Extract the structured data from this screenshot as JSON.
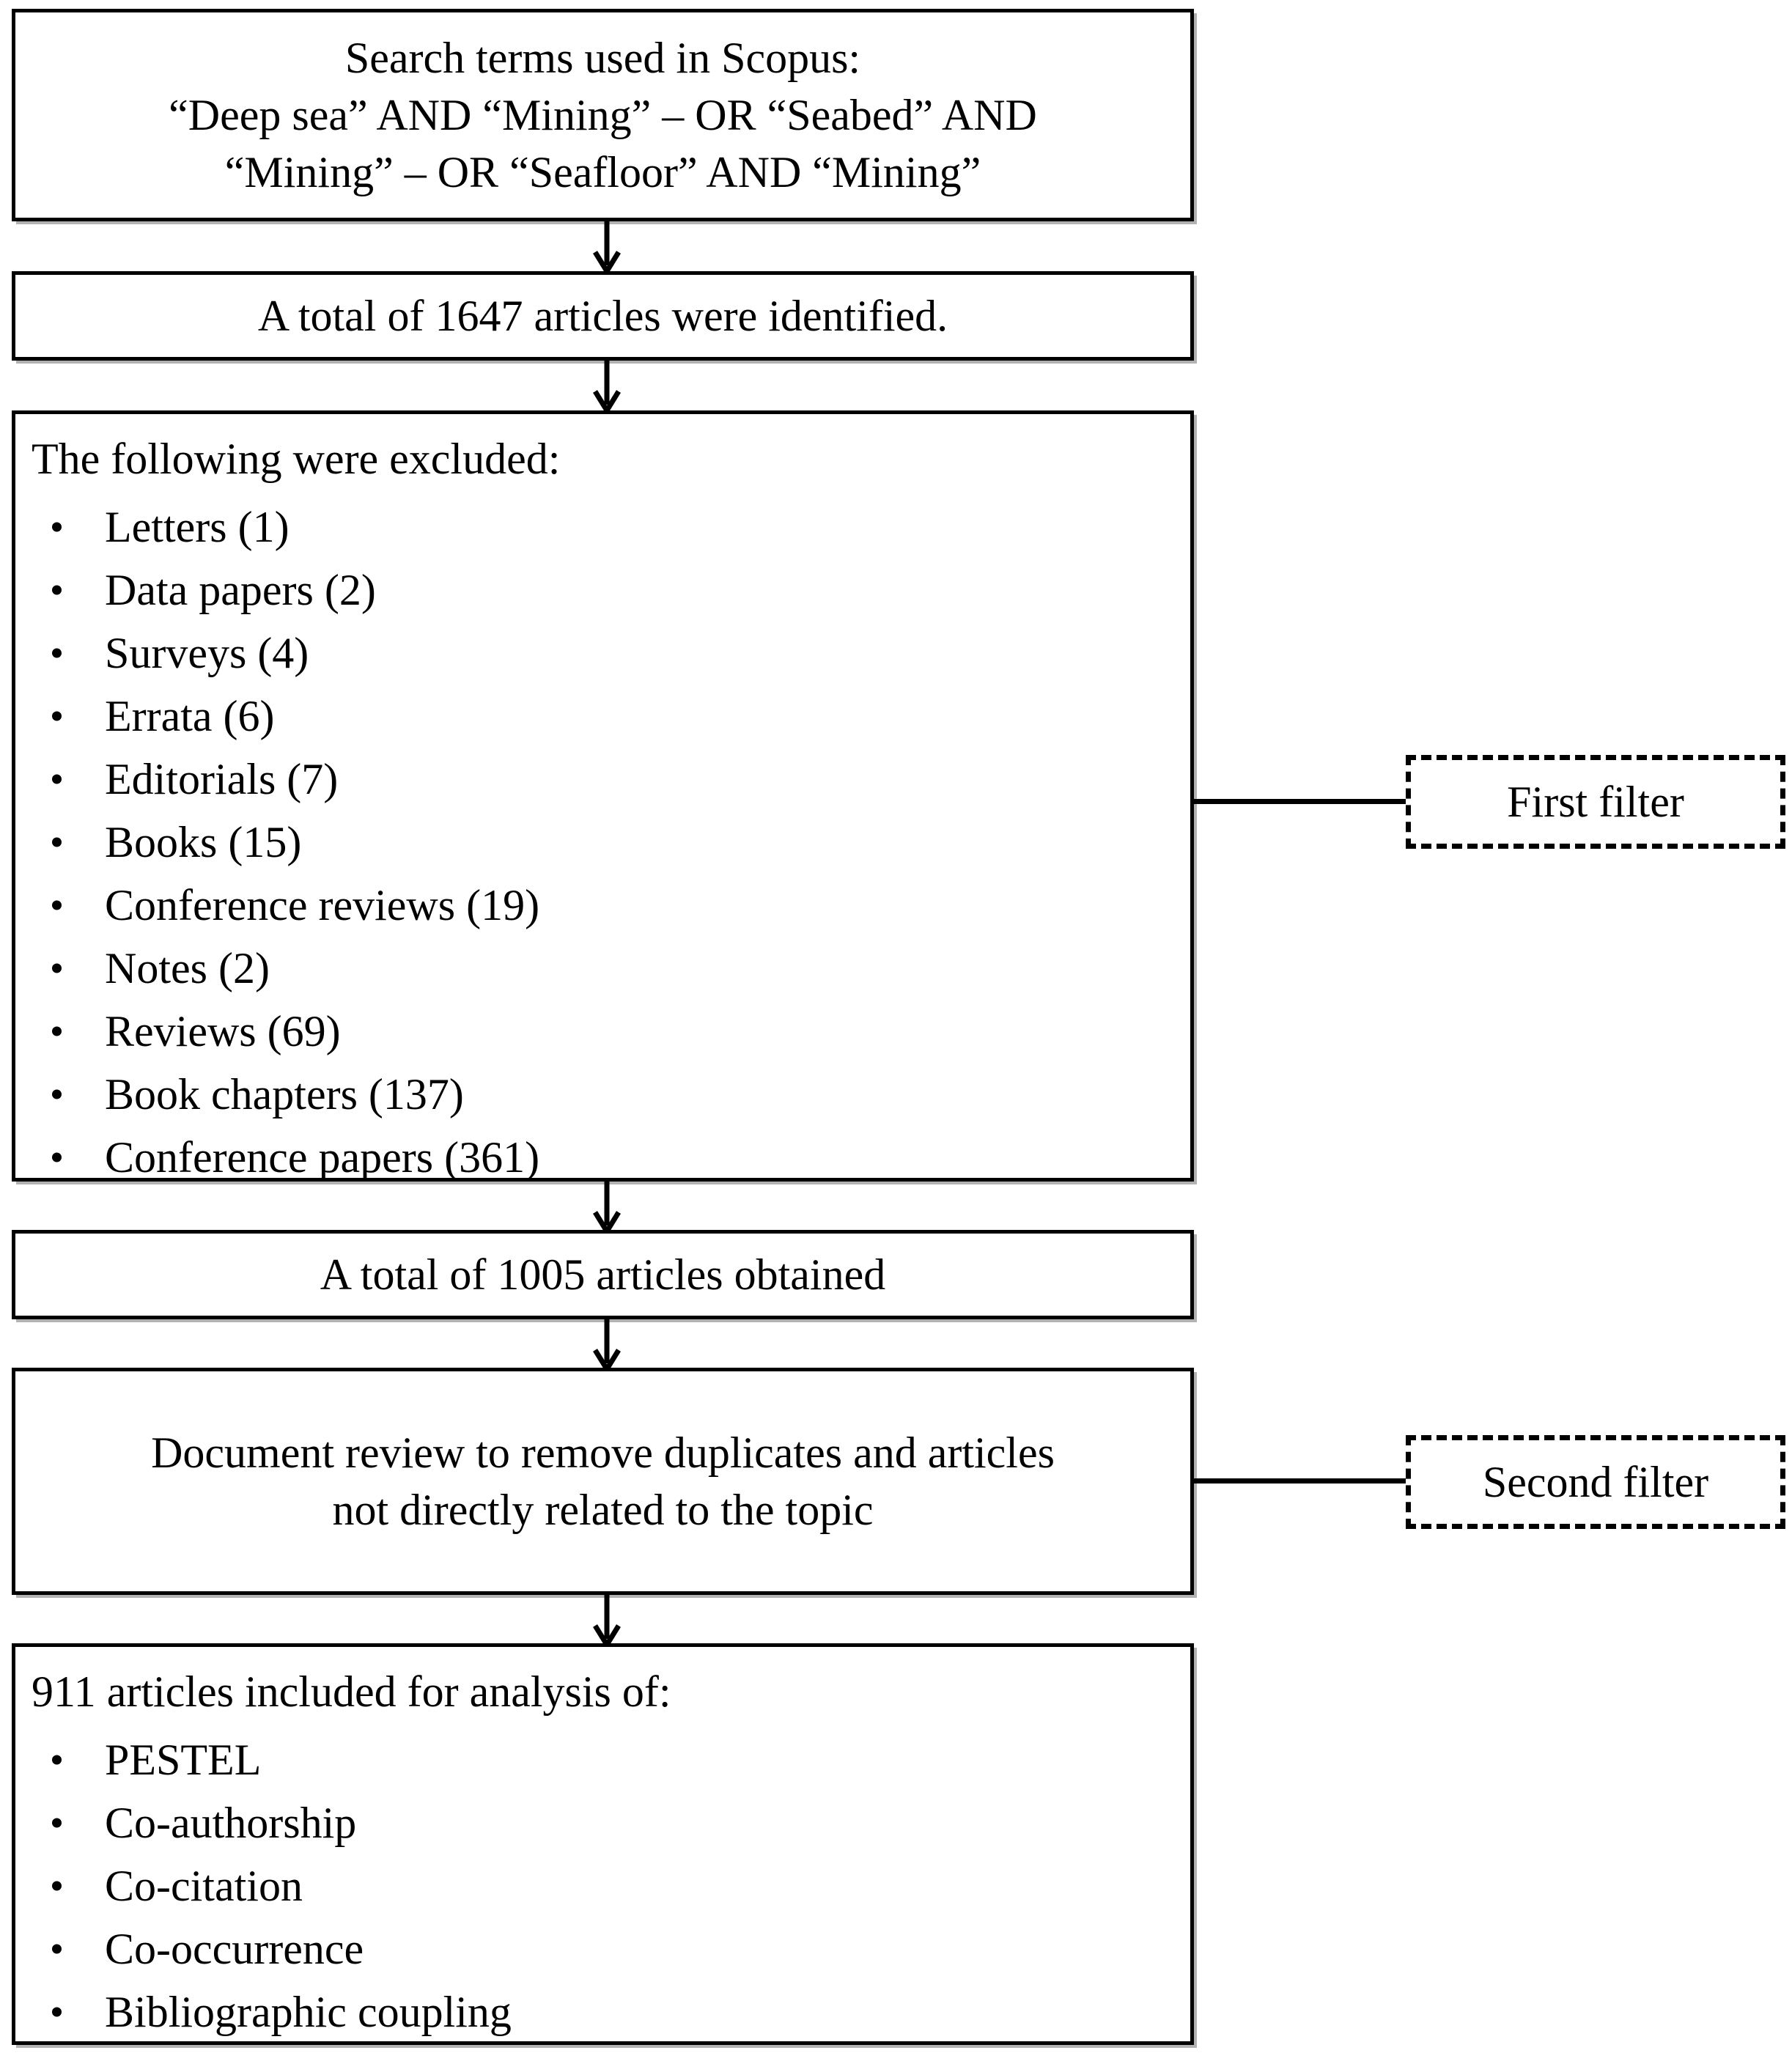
{
  "diagram": {
    "title": "PRISMA-style article selection flowchart",
    "boxes": {
      "search_terms": {
        "lines": [
          "Search terms used in Scopus:",
          "“Deep sea” AND “Mining” – OR “Seabed” AND",
          "“Mining” – OR “Seafloor” AND “Mining”"
        ]
      },
      "identified": {
        "text": "A total of 1647 articles were identified."
      },
      "excluded": {
        "heading": "The following were excluded:",
        "items": [
          "Letters (1)",
          "Data papers (2)",
          "Surveys (4)",
          "Errata (6)",
          "Editorials (7)",
          "Books (15)",
          "Conference reviews (19)",
          "Notes (2)",
          "Reviews (69)",
          "Book chapters (137)",
          "Conference papers (361)"
        ]
      },
      "obtained": {
        "text": "A total of 1005 articles obtained"
      },
      "document_review": {
        "lines": [
          "Document review to remove duplicates and articles",
          "not directly related to the topic"
        ]
      },
      "included": {
        "heading": "911 articles included for analysis of:",
        "items": [
          "PESTEL",
          "Co-authorship",
          "Co-citation",
          "Co-occurrence",
          "Bibliographic coupling"
        ]
      }
    },
    "filters": {
      "first": "First filter",
      "second": "Second filter"
    },
    "colors": {
      "stroke": "#000000",
      "background": "#ffffff",
      "text": "#000000"
    }
  }
}
